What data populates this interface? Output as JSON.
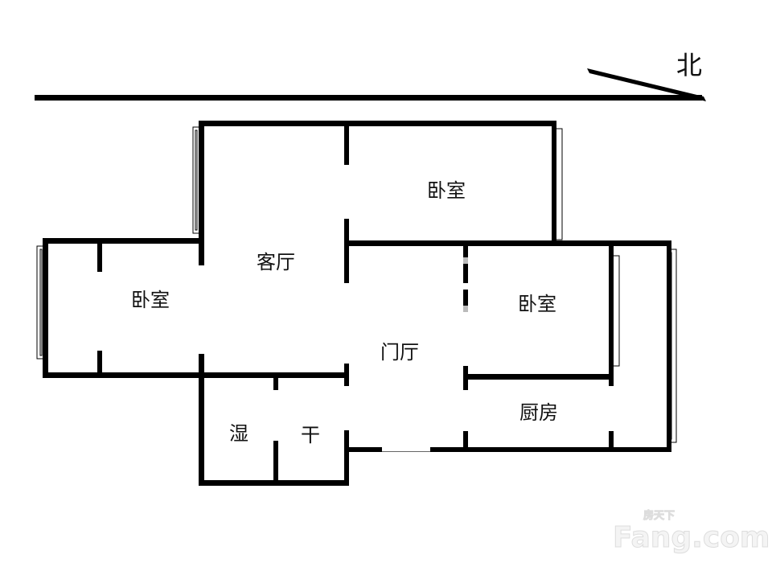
{
  "compass": {
    "label": "北"
  },
  "rooms": [
    {
      "id": "bedroom-north",
      "label": "卧室"
    },
    {
      "id": "living-room",
      "label": "客厅"
    },
    {
      "id": "bedroom-west",
      "label": "卧室"
    },
    {
      "id": "bedroom-east",
      "label": "卧室"
    },
    {
      "id": "foyer",
      "label": "门厅"
    },
    {
      "id": "kitchen",
      "label": "厨房"
    },
    {
      "id": "bath-wet",
      "label": "湿"
    },
    {
      "id": "bath-dry",
      "label": "干"
    }
  ],
  "watermark": {
    "brand": "Fang.com",
    "cn": "房天下"
  }
}
